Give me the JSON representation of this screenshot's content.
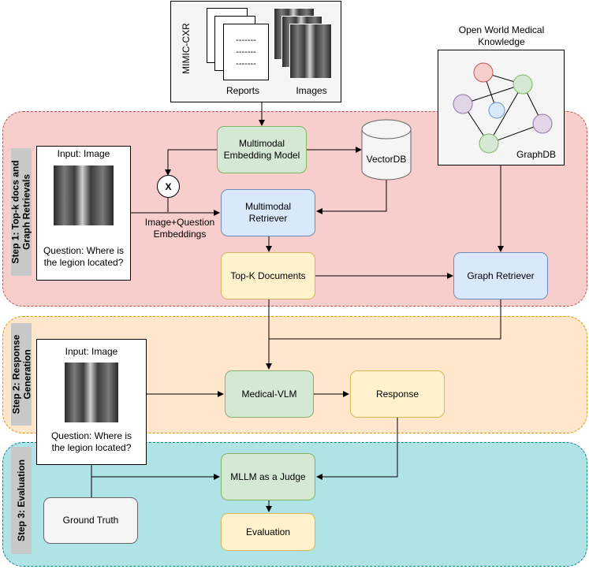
{
  "steps": {
    "step1": "Step 1: Top-k docs and\nGraph Retrievals",
    "step2": "Step 2: Response\nGeneration",
    "step3": "Step 3: Evaluation"
  },
  "dataset": {
    "name": "MIMIC-CXR",
    "reports_label": "Reports",
    "images_label": "Images",
    "report_lines": [
      "-------",
      "-------",
      "-------"
    ]
  },
  "knowledge": {
    "title_line1": "Open World Medical",
    "title_line2": "Knowledge",
    "db_label": "GraphDB"
  },
  "input1": {
    "label": "Input: Image",
    "question_line1": "Question: Where is",
    "question_line2": "the legion located?"
  },
  "input2": {
    "label": "Input: Image",
    "question_line1": "Question: Where is",
    "question_line2": "the legion located?"
  },
  "nodes": {
    "embedding_model_line1": "Multimodal",
    "embedding_model_line2": "Embedding Model",
    "vectordb": "VectorDB",
    "combine_symbol": "X",
    "embeddings_line1": "Image+Question",
    "embeddings_line2": "Embeddings",
    "retriever_line1": "Multimodal",
    "retriever_line2": "Retriever",
    "topk": "Top-K Documents",
    "graph_retriever": "Graph Retriever",
    "medical_vlm": "Medical-VLM",
    "response": "Response",
    "judge": "MLLM as a Judge",
    "ground_truth": "Ground Truth",
    "evaluation": "Evaluation"
  },
  "colors": {
    "step1_fill": "#f8cecc",
    "step2_fill": "#ffe6cc",
    "step3_fill": "#b0e3e6",
    "green_box": "#d5e8d4",
    "blue_box": "#dae8fc",
    "yellow_box": "#fff2cc",
    "graph_nodes": [
      "#f8cecc",
      "#d5e8d4",
      "#e1d5e7",
      "#dae8fc",
      "#e1d5e7",
      "#d5e8d4"
    ]
  }
}
